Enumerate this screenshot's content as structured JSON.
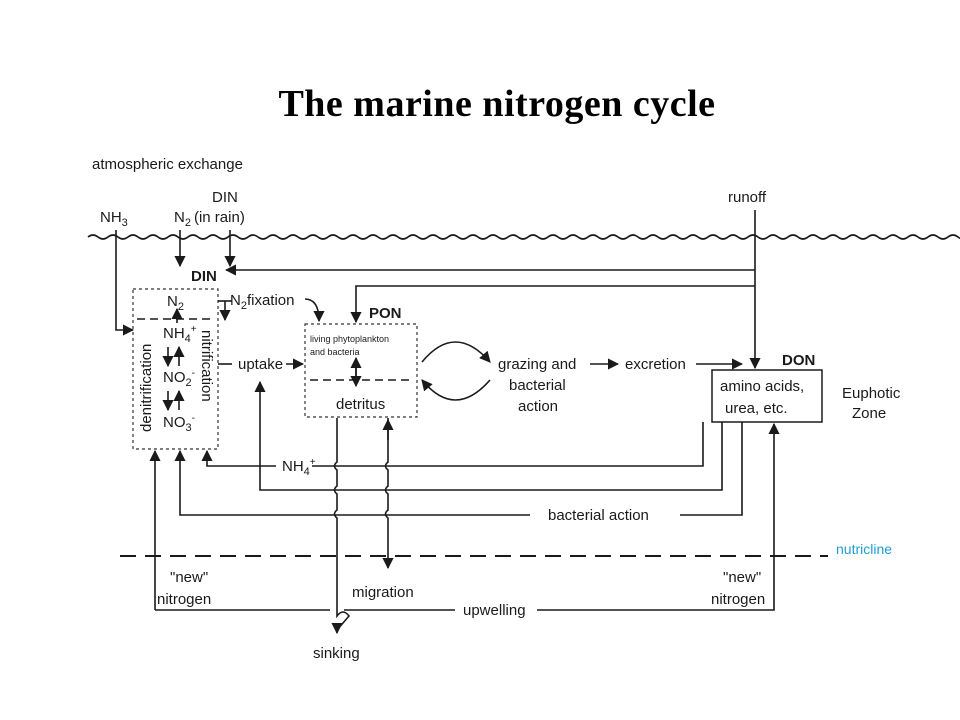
{
  "title": "The marine nitrogen cycle",
  "labels": {
    "atmospheric_exchange": "atmospheric exchange",
    "nh3": "NH",
    "nh3_sub": "3",
    "din_top": "DIN",
    "n2_in_rain_n": "N",
    "n2_in_rain_sub": "2",
    "n2_in_rain_rest": "(in rain)",
    "runoff": "runoff",
    "din_box": "DIN",
    "n2_fixation_n": "N",
    "n2_fixation_sub": "2",
    "n2_fixation_rest": "fixation",
    "pon": "PON",
    "don": "DON",
    "box_n2": "N",
    "box_n2_sub": "2",
    "box_nh4": "NH",
    "box_nh4_sub": "4",
    "box_nh4_sup": "+",
    "box_no2": "NO",
    "box_no2_sub": "2",
    "box_no2_sup": "-",
    "box_no3": "NO",
    "box_no3_sub": "3",
    "box_no3_sup": "-",
    "denitrification": "denitrification",
    "nitrification": "nitrification",
    "uptake": "uptake",
    "living_phyto_1": "living phytoplankton",
    "living_phyto_2": "and bacteria",
    "detritus": "detritus",
    "grazing_1": "grazing and",
    "grazing_2": "bacterial",
    "grazing_3": "action",
    "excretion": "excretion",
    "don_1": "amino acids,",
    "don_2": "urea, etc.",
    "euphotic_1": "Euphotic",
    "euphotic_2": "Zone",
    "nh4_mid": "NH",
    "nh4_mid_sub": "4",
    "nh4_mid_sup": "+",
    "bacterial_action": "bacterial action",
    "nutricline": "nutricline",
    "new_left_1": "\"new\"",
    "new_left_2": "nitrogen",
    "new_right_1": "\"new\"",
    "new_right_2": "nitrogen",
    "migration": "migration",
    "upwelling": "upwelling",
    "sinking": "sinking"
  },
  "colors": {
    "ink": "#1a1a1a",
    "nutricline": "#1e9fd6",
    "background": "#ffffff"
  }
}
